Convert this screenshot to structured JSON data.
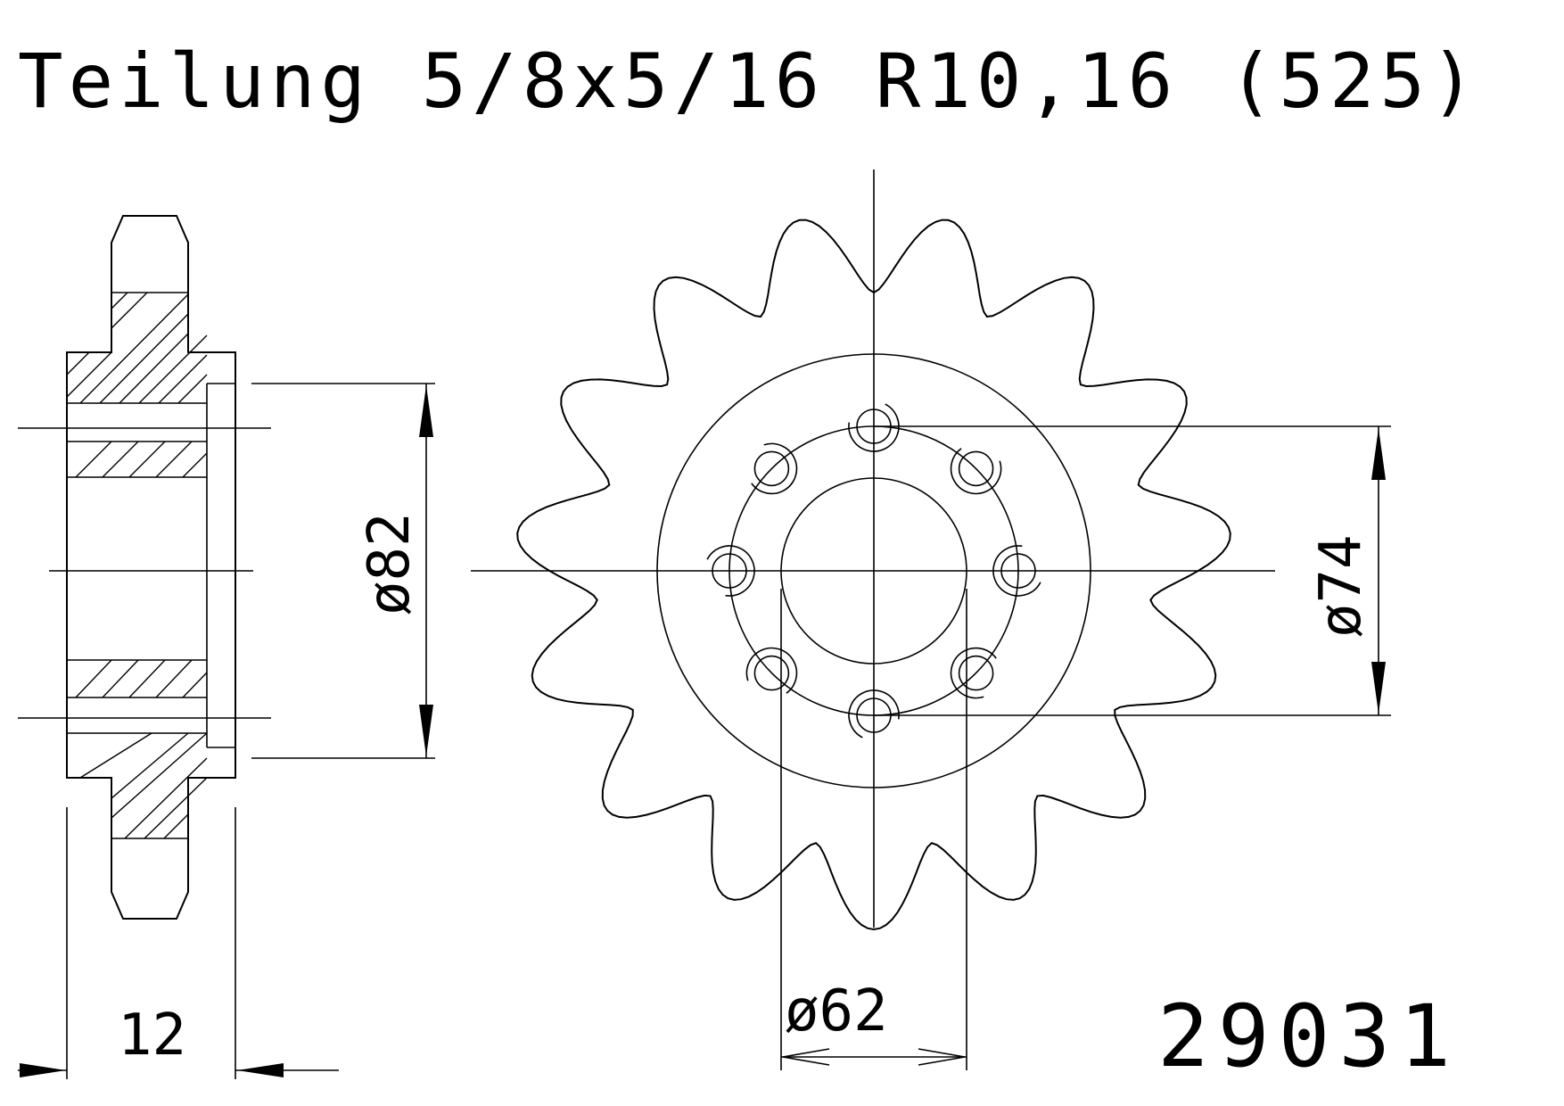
{
  "title": "Teilung 5/8x5/16 R10,16 (525)",
  "part_number": "29031",
  "dimensions": {
    "outer_hub_diameter": "ø82",
    "bolt_circle_diameter": "ø74",
    "center_bore_diameter": "ø62",
    "thickness": "12"
  },
  "sprocket": {
    "teeth": 15,
    "bolt_holes": 8
  }
}
